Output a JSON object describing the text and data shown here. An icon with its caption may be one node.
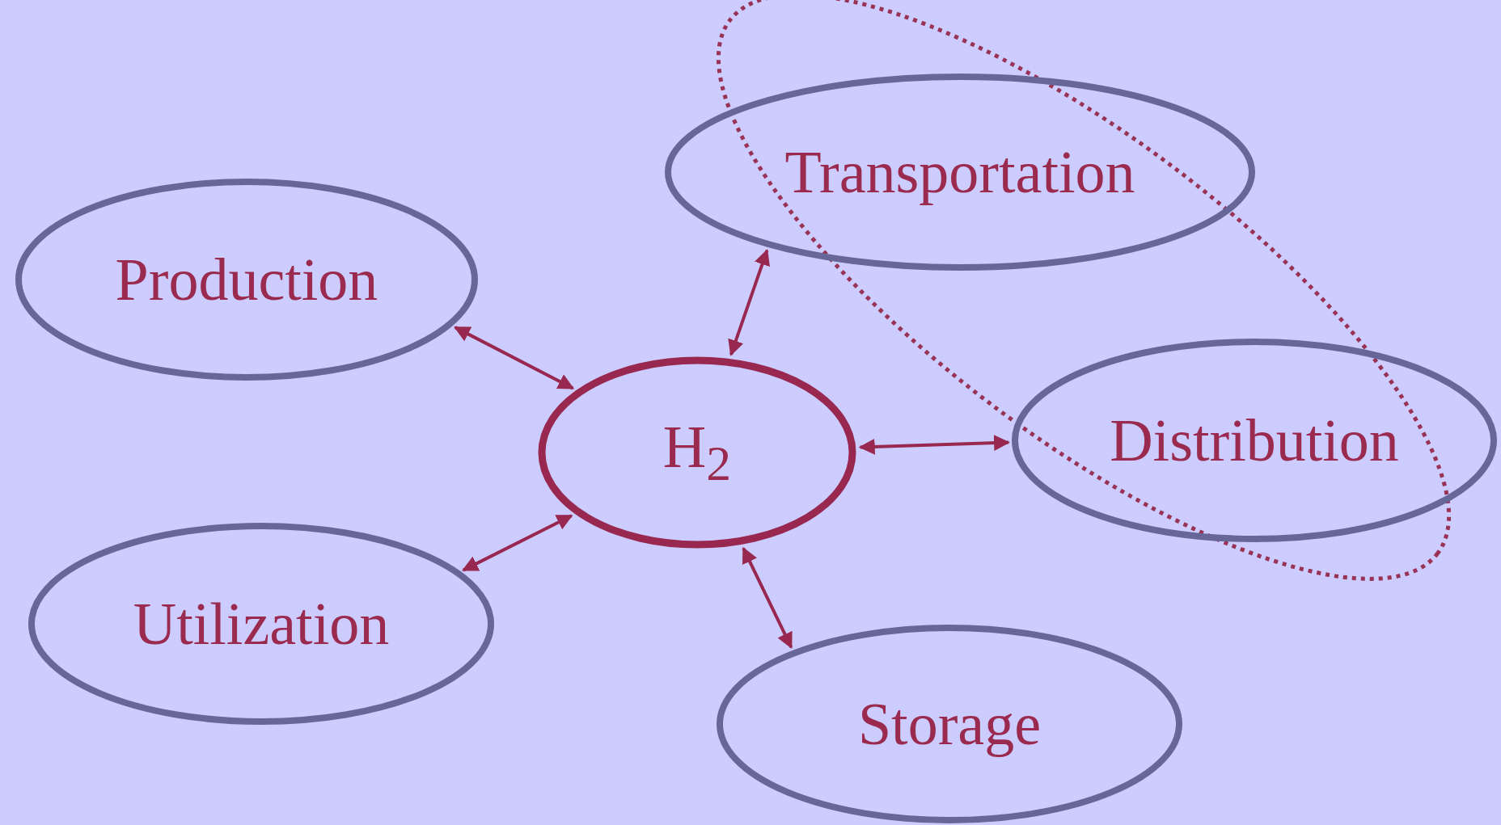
{
  "diagram": {
    "nodes": [
      {
        "text": [
          "Production"
        ]
      },
      {
        "text": [
          "Transportation"
        ]
      },
      {
        "text": [
          "H$_{2}$"
        ]
      },
      {
        "text": [
          "Distribution"
        ]
      },
      {
        "text": [
          "Utilization"
        ]
      },
      {
        "text": [
          "Storage"
        ]
      },
      {
        "text": [],
        "shape": "ellipse"
      }
    ],
    "edges": [
      {
        "from": 2,
        "to": 0,
        "arrow": "both"
      },
      {
        "from": 2,
        "to": 1,
        "arrow": "both"
      },
      {
        "from": 2,
        "to": 3,
        "arrow": "both"
      },
      {
        "from": 2,
        "to": 4,
        "arrow": "both"
      },
      {
        "from": 2,
        "to": 5,
        "arrow": "both"
      }
    ]
  }
}
